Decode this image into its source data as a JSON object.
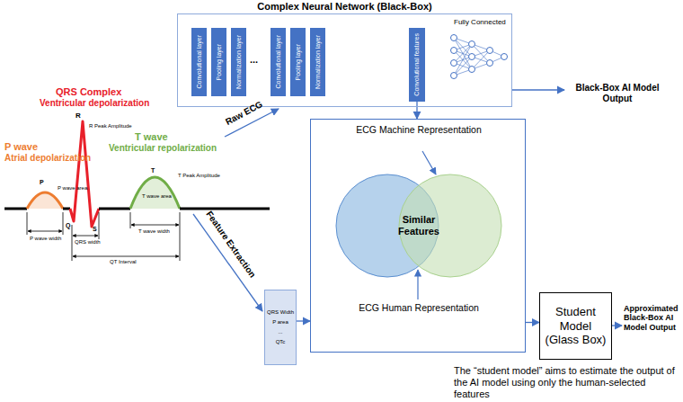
{
  "diagram": {
    "caption": "The “student model” aims to estimate the output of the AI model using only the human-selected features",
    "nodes": [
      {
        "text": [
          "Complex Neural Network (Black-Box)"
        ]
      },
      {
        "text": [
          "Convolutional layer"
        ],
        "in": 0
      },
      {
        "text": [
          "Pooling layer"
        ],
        "in": 0
      },
      {
        "text": [
          "Normalization layer"
        ],
        "in": 0
      },
      {
        "text": [
          "Convolutional layer"
        ],
        "in": 0
      },
      {
        "text": [
          "Pooling layer"
        ],
        "in": 0
      },
      {
        "text": [
          "Normalization layer"
        ],
        "in": 0
      },
      {
        "text": [
          "Convolutional features"
        ],
        "in": 0
      },
      {
        "text": [
          "ECG Machine Representation",
          "ECG Human Representation"
        ]
      },
      {
        "text": [
          "Similar Features"
        ],
        "in": 8
      },
      {
        "text": [
          "QRS Width",
          "P area",
          "...",
          "QTc"
        ]
      },
      {
        "text": [
          "Student Model (Glass Box)"
        ]
      }
    ],
    "edges": [
      {
        "from": 7,
        "to": 8,
        "arrow": "to"
      },
      {
        "from": 10,
        "to": 8,
        "arrow": "to"
      },
      {
        "from": 8,
        "to": 11,
        "arrow": "to"
      }
    ],
    "labels": [
      "Fully Connected",
      "...",
      "Black-Box AI Model Output",
      "Raw ECG",
      "QRS Complex",
      "Ventricular depolarization",
      "P wave",
      "Atrial depolarization",
      "R",
      "R Peak Amplitude",
      "T wave",
      "Ventricular repolarization",
      "P",
      "P wave area",
      "T",
      "T Peak Amplitude",
      "T wave area",
      "Q",
      "S",
      "P wave width",
      "QRS width",
      "T wave width",
      "QT Interval",
      "Feature Extraction",
      "Approximated Black-Box AI Model Output"
    ]
  }
}
